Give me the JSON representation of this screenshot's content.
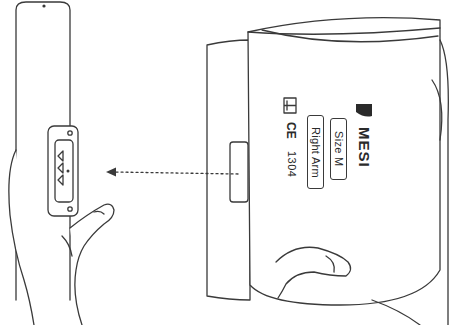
{
  "diagram": {
    "nodes": [
      {
        "text": [
          "Size M"
        ]
      },
      {
        "text": [
          "Right Arm"
        ]
      }
    ],
    "labels": [
      "MESI",
      "CE",
      "1304"
    ]
  }
}
